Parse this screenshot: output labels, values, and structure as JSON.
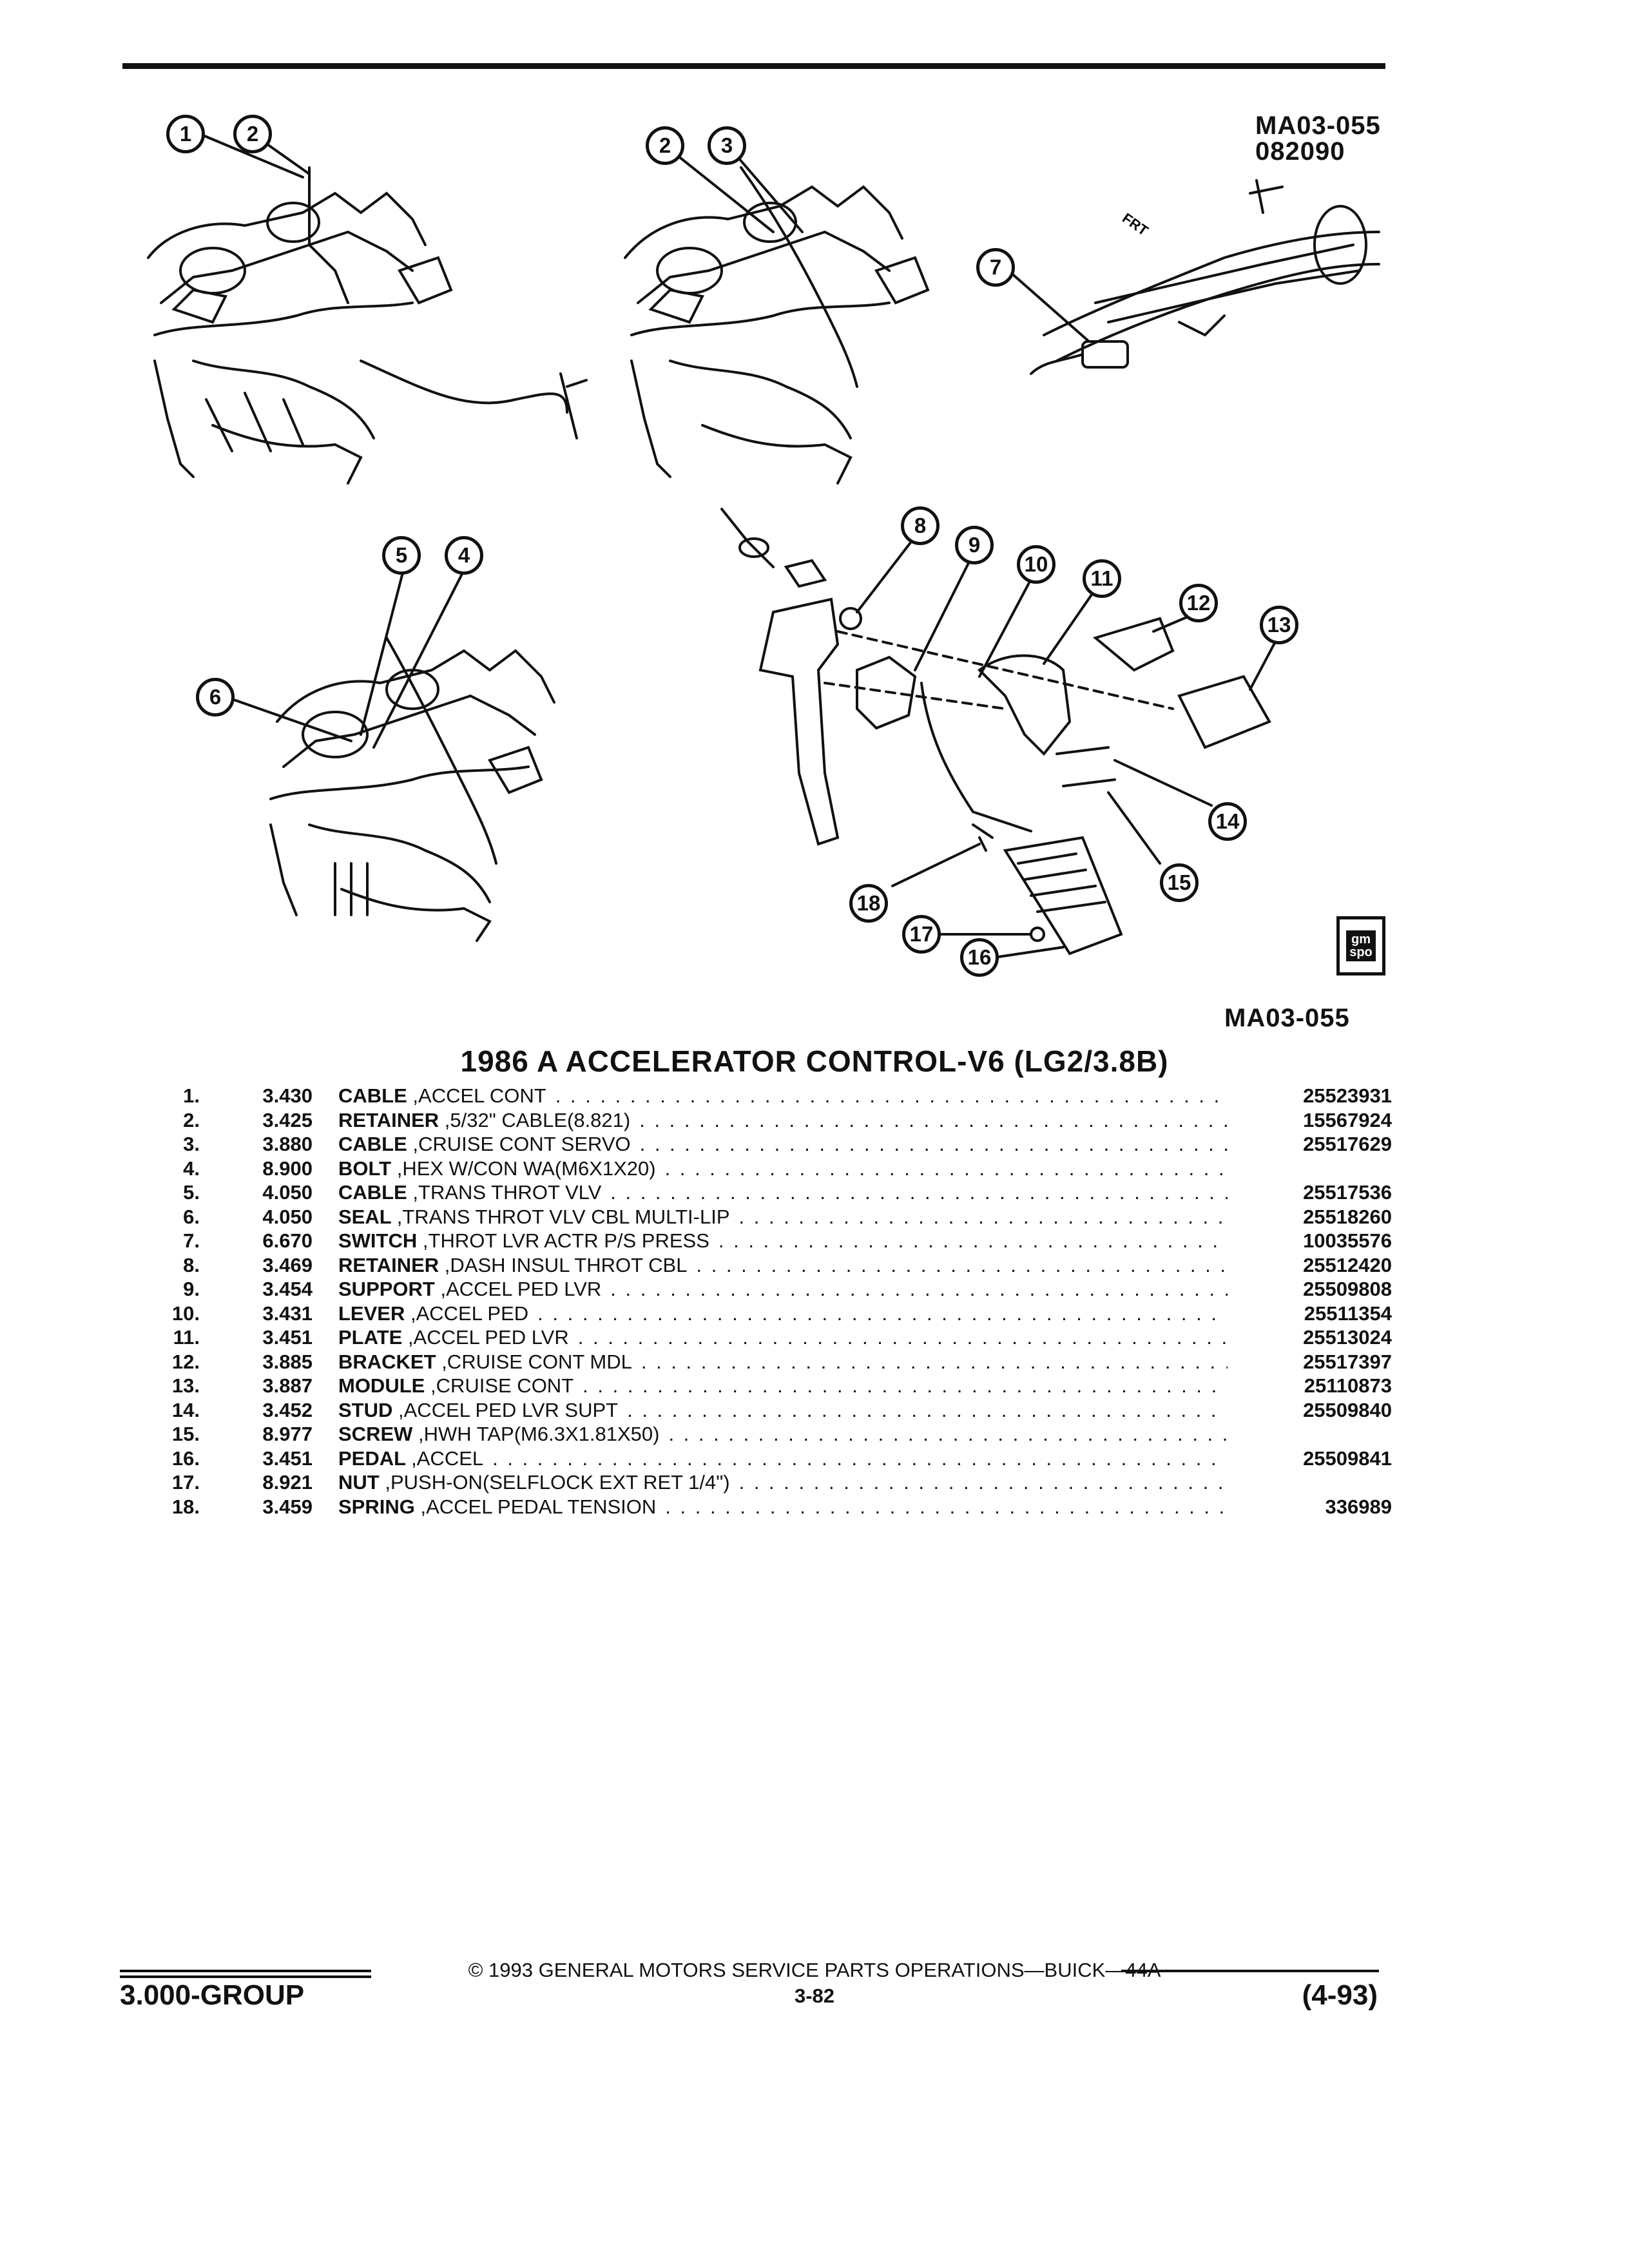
{
  "header": {
    "code_top": "MA03-055",
    "date_top": "082090",
    "code_bottom": "MA03-055",
    "frt_marker": "FRT"
  },
  "callouts": [
    "1",
    "2",
    "2",
    "3",
    "7",
    "5",
    "4",
    "6",
    "8",
    "9",
    "10",
    "11",
    "12",
    "13",
    "14",
    "15",
    "18",
    "17",
    "16"
  ],
  "badge": {
    "text": "gm spo"
  },
  "title": "1986 A ACCELERATOR CONTROL-V6 (LG2/3.8B)",
  "parts": [
    {
      "num": "1.",
      "group": "3.430",
      "name": "CABLE",
      "qual": ",ACCEL CONT",
      "pn": "25523931"
    },
    {
      "num": "2.",
      "group": "3.425",
      "name": "RETAINER",
      "qual": ",5/32\" CABLE(8.821)",
      "pn": "15567924"
    },
    {
      "num": "3.",
      "group": "3.880",
      "name": "CABLE",
      "qual": ",CRUISE CONT SERVO",
      "pn": "25517629"
    },
    {
      "num": "4.",
      "group": "8.900",
      "name": "BOLT",
      "qual": ",HEX W/CON WA(M6X1X20)",
      "pn": ""
    },
    {
      "num": "5.",
      "group": "4.050",
      "name": "CABLE",
      "qual": ",TRANS THROT VLV",
      "pn": "25517536"
    },
    {
      "num": "6.",
      "group": "4.050",
      "name": "SEAL",
      "qual": ",TRANS THROT VLV CBL MULTI-LIP",
      "pn": "25518260"
    },
    {
      "num": "7.",
      "group": "6.670",
      "name": "SWITCH",
      "qual": ",THROT LVR ACTR P/S PRESS",
      "pn": "10035576"
    },
    {
      "num": "8.",
      "group": "3.469",
      "name": "RETAINER",
      "qual": ",DASH INSUL THROT CBL",
      "pn": "25512420"
    },
    {
      "num": "9.",
      "group": "3.454",
      "name": "SUPPORT",
      "qual": ",ACCEL PED LVR",
      "pn": "25509808"
    },
    {
      "num": "10.",
      "group": "3.431",
      "name": "LEVER",
      "qual": ",ACCEL PED",
      "pn": "25511354"
    },
    {
      "num": "11.",
      "group": "3.451",
      "name": "PLATE",
      "qual": ",ACCEL PED LVR",
      "pn": "25513024"
    },
    {
      "num": "12.",
      "group": "3.885",
      "name": "BRACKET",
      "qual": ",CRUISE CONT MDL",
      "pn": "25517397"
    },
    {
      "num": "13.",
      "group": "3.887",
      "name": "MODULE",
      "qual": ",CRUISE CONT",
      "pn": "25110873"
    },
    {
      "num": "14.",
      "group": "3.452",
      "name": "STUD",
      "qual": ",ACCEL PED LVR SUPT",
      "pn": "25509840"
    },
    {
      "num": "15.",
      "group": "8.977",
      "name": "SCREW",
      "qual": ",HWH TAP(M6.3X1.81X50)",
      "pn": ""
    },
    {
      "num": "16.",
      "group": "3.451",
      "name": "PEDAL",
      "qual": ",ACCEL",
      "pn": "25509841"
    },
    {
      "num": "17.",
      "group": "8.921",
      "name": "NUT",
      "qual": ",PUSH-ON(SELFLOCK EXT RET 1/4\")",
      "pn": ""
    },
    {
      "num": "18.",
      "group": "3.459",
      "name": "SPRING",
      "qual": ",ACCEL PEDAL TENSION",
      "pn": "336989"
    }
  ],
  "footer": {
    "group": "3.000-GROUP",
    "copyright": "© 1993 GENERAL MOTORS SERVICE PARTS OPERATIONS—BUICK—44A",
    "page": "3-82",
    "revision": "(4-93)"
  }
}
